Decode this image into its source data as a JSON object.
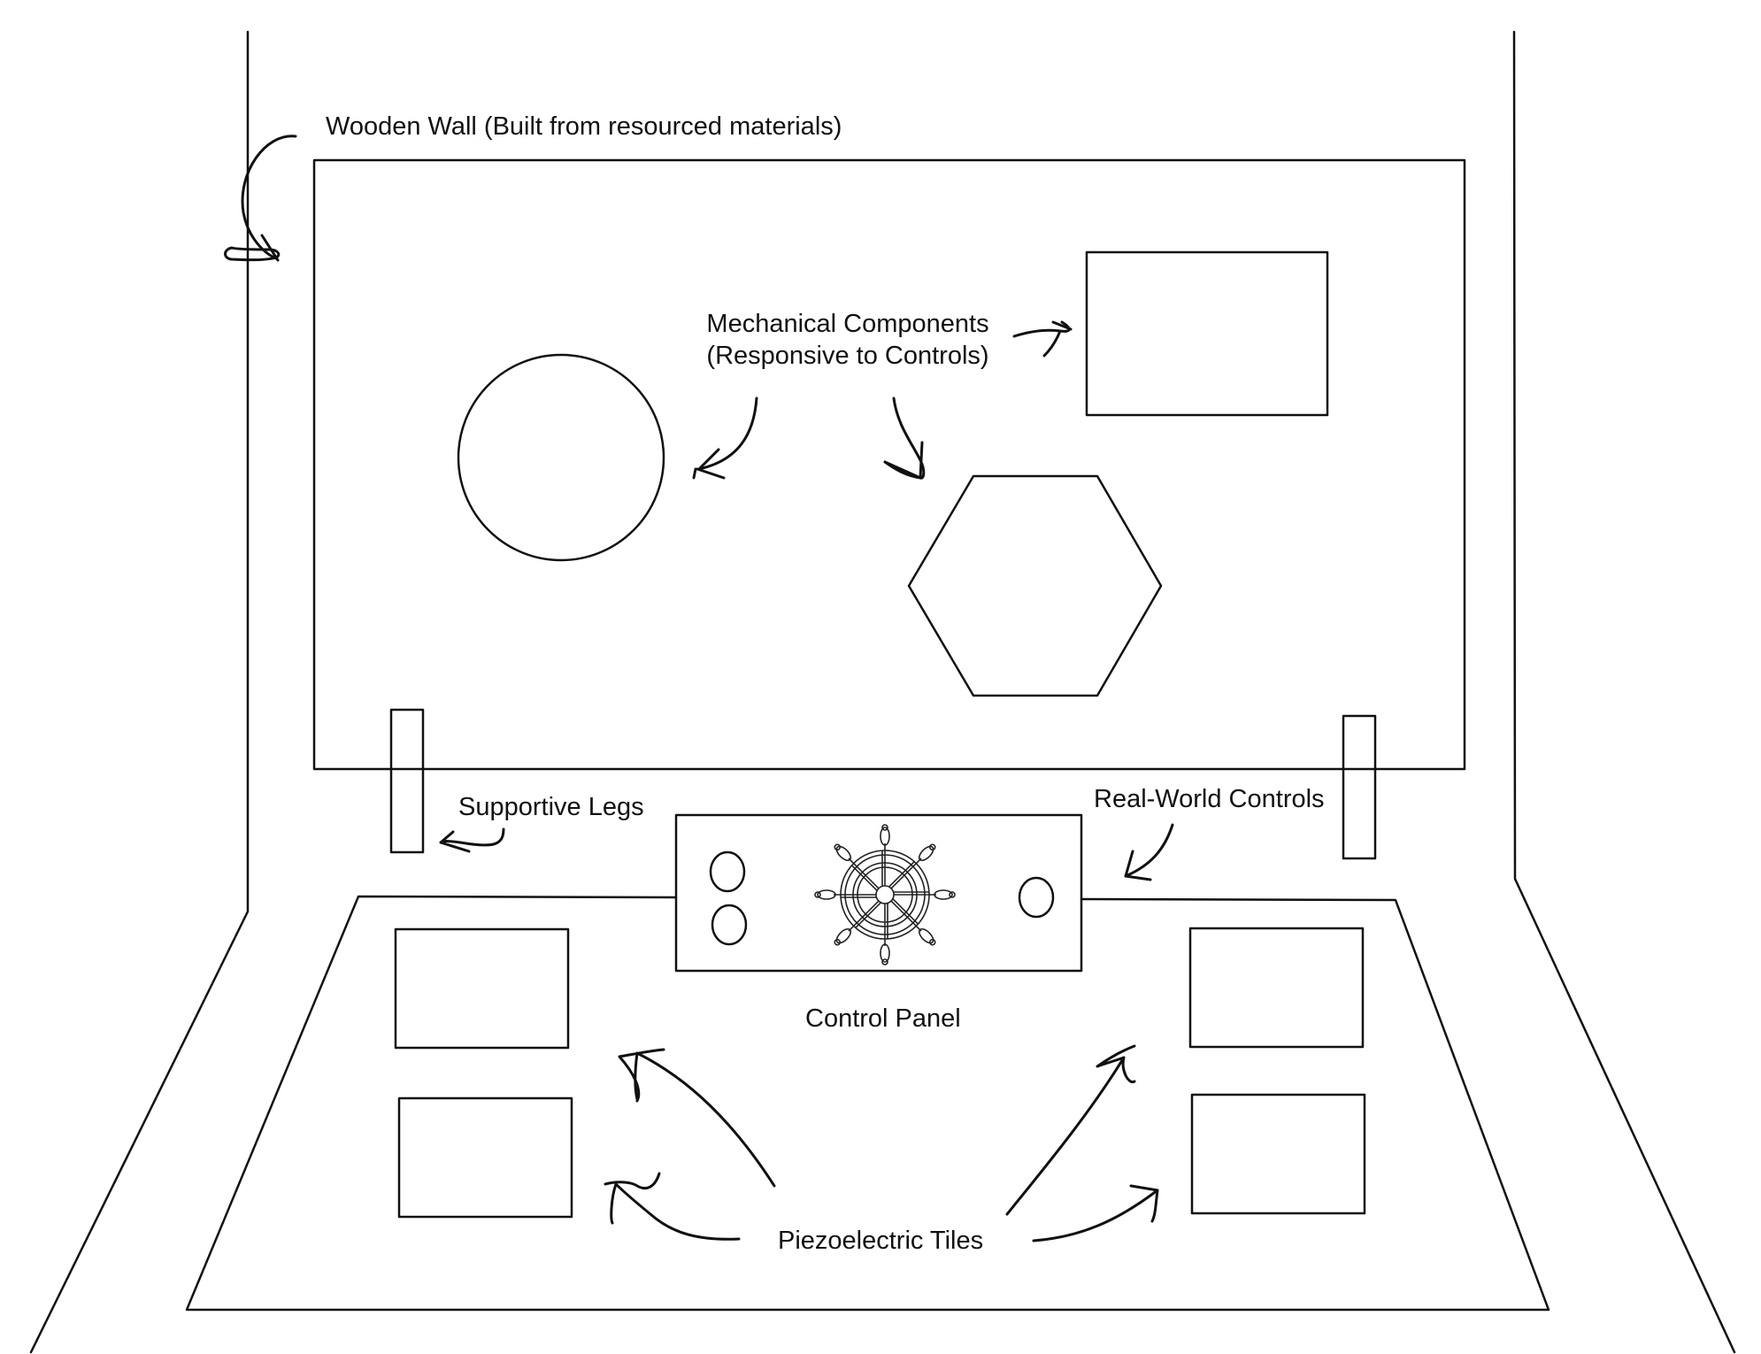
{
  "labels": {
    "wooden_wall": "Wooden Wall (Built from resourced materials)",
    "mechanical_line1": "Mechanical Components",
    "mechanical_line2": "(Responsive to Controls)",
    "supportive_legs": "Supportive Legs",
    "real_world_controls": "Real-World Controls",
    "control_panel": "Control Panel",
    "piezoelectric_tiles": "Piezoelectric Tiles"
  },
  "colors": {
    "ink": "#111111",
    "background": "#ffffff"
  },
  "icons": {
    "steering": "ship-wheel-icon"
  }
}
